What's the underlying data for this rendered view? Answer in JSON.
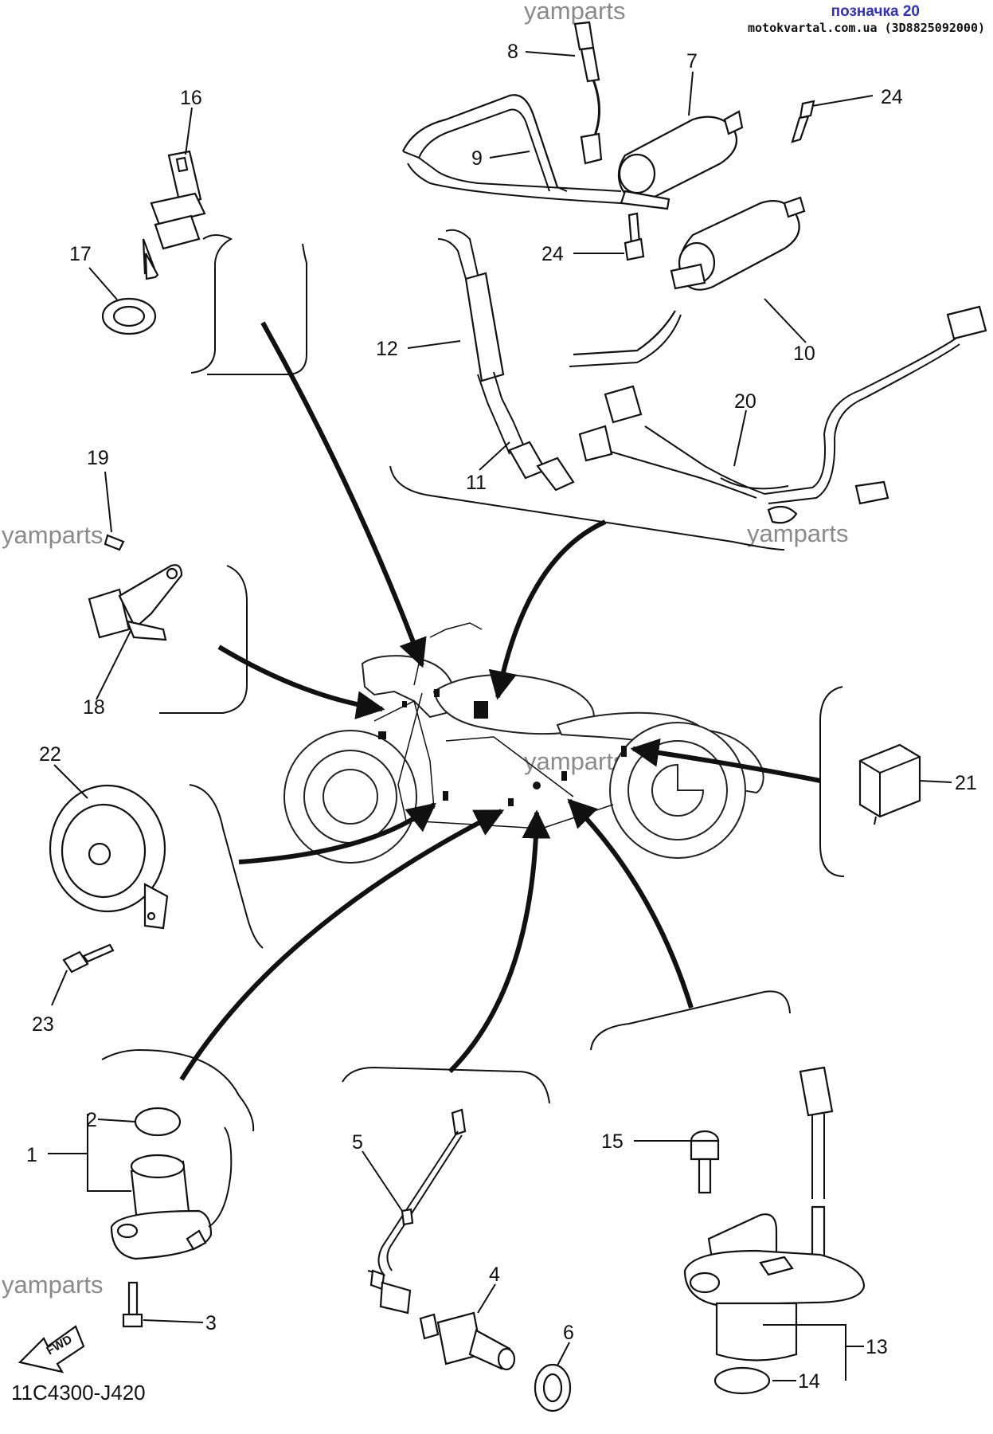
{
  "header": {
    "title": "позначка 20",
    "site": "motokvartal.com.ua (3D8825092000)"
  },
  "watermark": "yamparts",
  "diagram_code": "11C4300-J420",
  "fwd_label": "FWD",
  "callouts": {
    "p1": "1",
    "p2": "2",
    "p3": "3",
    "p4": "4",
    "p5": "5",
    "p6": "6",
    "p7": "7",
    "p8": "8",
    "p9": "9",
    "p10": "10",
    "p11": "11",
    "p12": "12",
    "p13": "13",
    "p14": "14",
    "p15": "15",
    "p16": "16",
    "p17": "17",
    "p18": "18",
    "p19": "19",
    "p20": "20",
    "p21": "21",
    "p22": "22",
    "p23": "23",
    "p24a": "24",
    "p24b": "24"
  }
}
